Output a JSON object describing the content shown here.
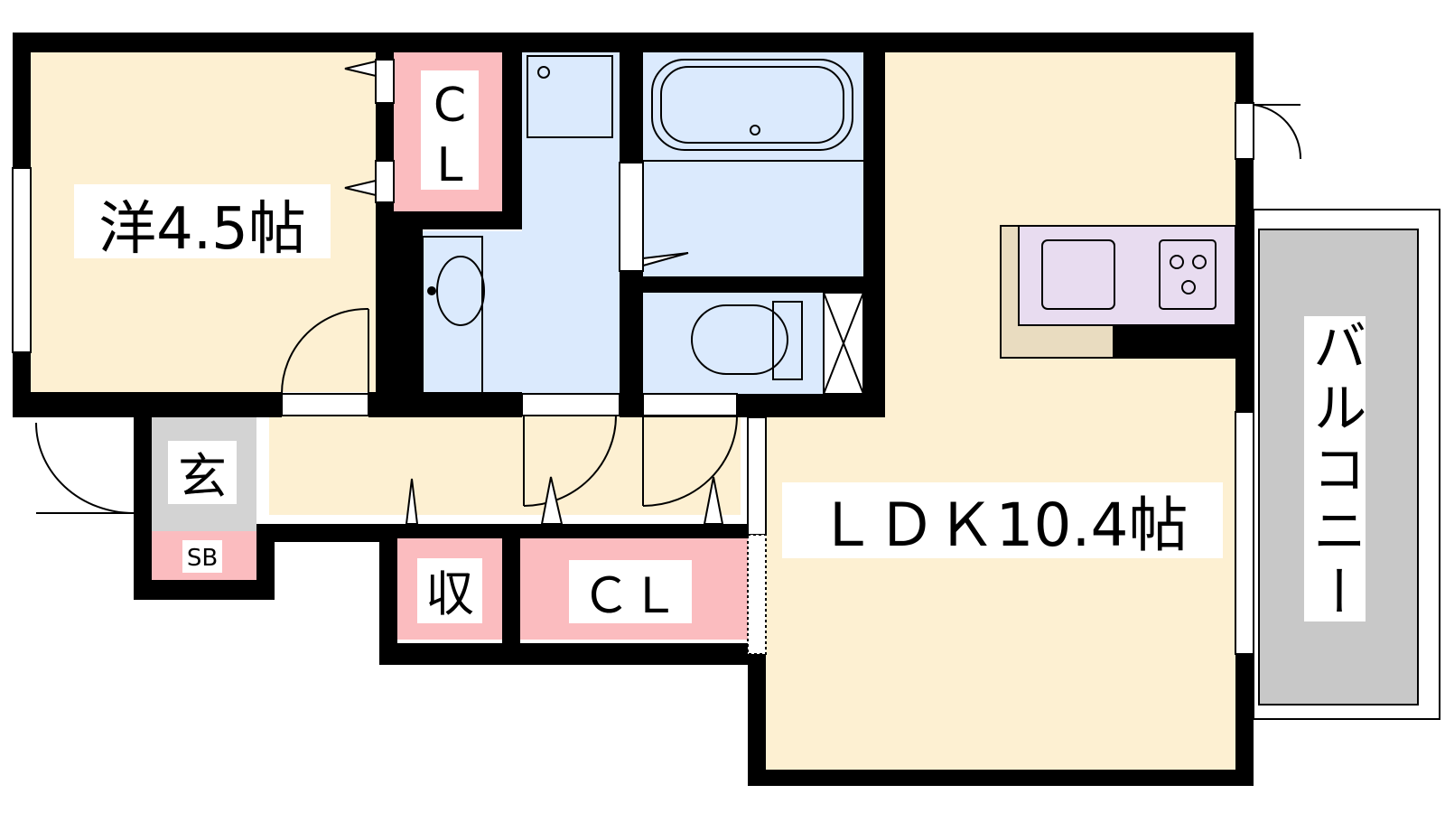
{
  "rooms": {
    "western": {
      "name": "洋4.5帖"
    },
    "closet_top": {
      "line1": "C",
      "line2": "L"
    },
    "entrance": {
      "name": "玄"
    },
    "shoe_box": {
      "name": "SB"
    },
    "storage": {
      "name": "収"
    },
    "closet_bottom": {
      "name": "ＣＬ"
    },
    "ldk": {
      "name": "ＬＤＫ10.4帖"
    },
    "balcony": {
      "name": "バルコニー"
    }
  },
  "colors": {
    "wall": "#000000",
    "room_floor": "#fdf0d2",
    "closet": "#fbbcbf",
    "wet_area": "#dbeafd",
    "kitchen": "#e8dcf0",
    "entrance": "#d3d3d3",
    "balcony": "#c8c8c8"
  }
}
